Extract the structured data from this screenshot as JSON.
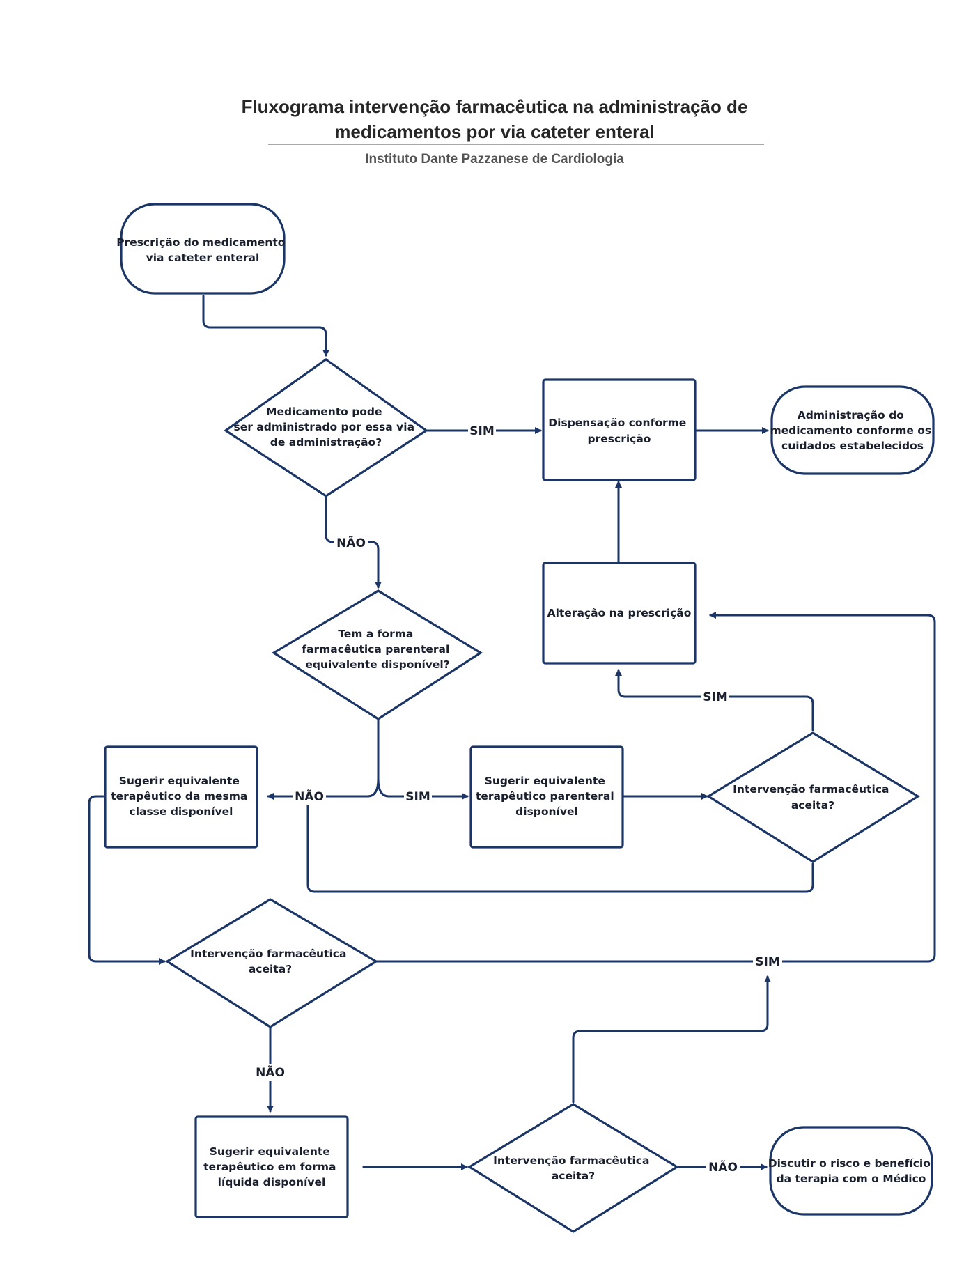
{
  "header": {
    "title_line1": "Fluxograma intervenção farmacêutica na administração de",
    "title_line2": "medicamentos por via cateter enteral",
    "subtitle": "Instituto  Dante Pazzanese de Cardiologia"
  },
  "nodes": {
    "start": [
      "Prescrição do medicamento",
      "via cateter enteral"
    ],
    "d_route": [
      "Medicamento pode",
      "ser administrado por essa via",
      "de administração?"
    ],
    "dispense": [
      "Dispensação conforme",
      "prescrição"
    ],
    "administer": [
      "Administração do",
      "medicamento conforme os",
      "cuidados estabelecidos"
    ],
    "d_parenteral": [
      "Tem a forma",
      "farmacêutica parenteral",
      "equivalente disponível?"
    ],
    "change_rx": [
      "Alteração na prescrição"
    ],
    "suggest_class": [
      "Sugerir equivalente",
      "terapêutico da mesma",
      "classe disponível"
    ],
    "suggest_parenteral": [
      "Sugerir equivalente",
      "terapêutico parenteral",
      "disponível"
    ],
    "d_accept1": [
      "Intervenção farmacêutica",
      "aceita?"
    ],
    "d_accept2": [
      "Intervenção farmacêutica",
      "aceita?"
    ],
    "suggest_liquid": [
      "Sugerir equivalente",
      "terapêutico em forma",
      "líquida disponível"
    ],
    "d_accept3": [
      "Intervenção farmacêutica",
      "aceita?"
    ],
    "discuss": [
      "Discutir o risco e benefício",
      "da terapia com o Médico"
    ]
  },
  "edge_labels": {
    "route_yes": "SIM",
    "route_no": "NÃO",
    "parenteral_no": "NÃO",
    "parenteral_yes": "SIM",
    "accept1_yes": "SIM",
    "accept2_yes": "SIM",
    "accept2_no": "NÃO",
    "accept3_no": "NÃO"
  },
  "colors": {
    "stroke": "#1a3566",
    "title": "#262626",
    "subtitle": "#545454",
    "rule": "#9ca6cf"
  }
}
